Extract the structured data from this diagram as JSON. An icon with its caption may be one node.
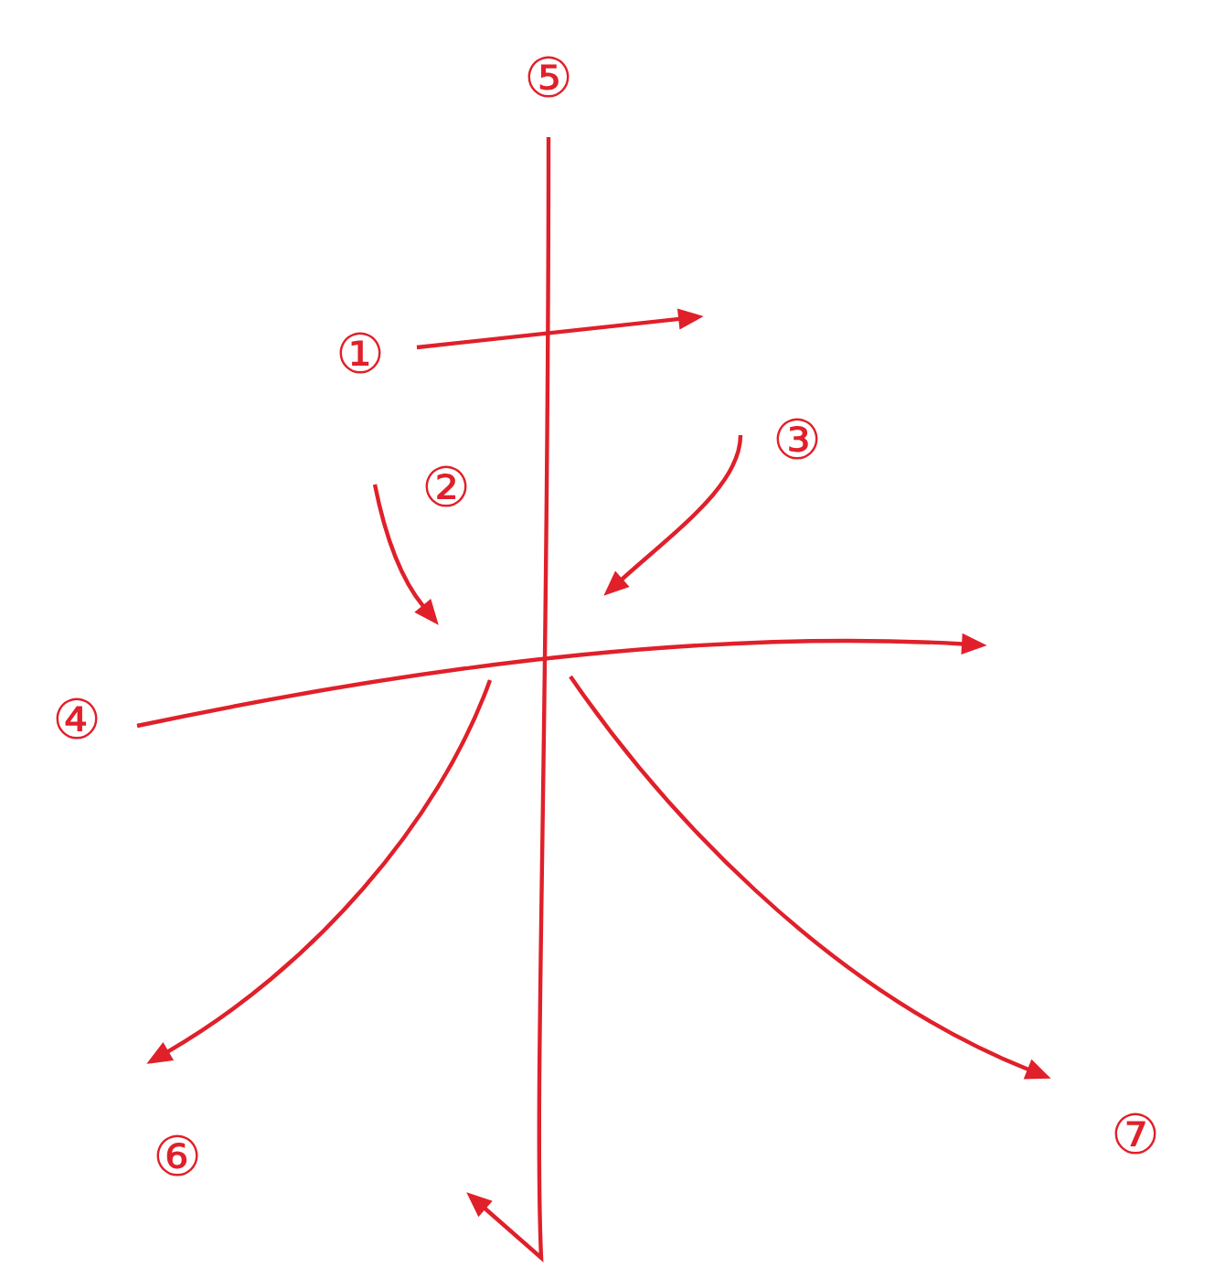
{
  "diagram": {
    "labels": [
      "⑤",
      "①",
      "③",
      "②",
      "④",
      "⑦",
      "⑥"
    ]
  }
}
